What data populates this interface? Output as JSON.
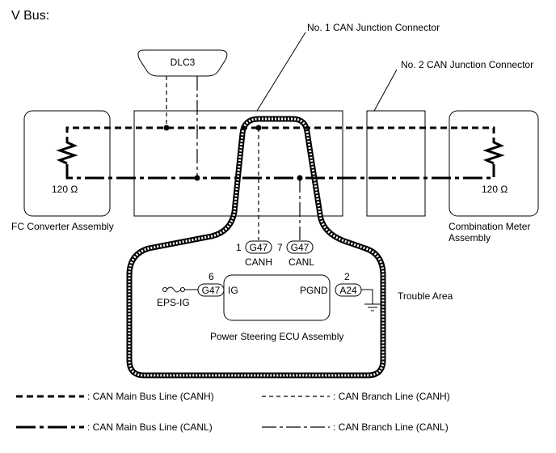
{
  "title": "V Bus:",
  "labels": {
    "jc1": "No. 1 CAN Junction Connector",
    "jc2": "No. 2 CAN Junction Connector",
    "dlc3": "DLC3",
    "fc": "FC Converter Assembly",
    "meter_line1": "Combination Meter",
    "meter_line2": "Assembly",
    "res_left": "120 Ω",
    "res_right": "120 Ω",
    "trouble": "Trouble Area",
    "ecu": "Power Steering ECU Assembly",
    "eps_ig": "EPS-IG"
  },
  "pins": {
    "canh": {
      "num": "1",
      "conn": "G47",
      "name": "CANH"
    },
    "canl": {
      "num": "7",
      "conn": "G47",
      "name": "CANL"
    },
    "ig": {
      "num": "6",
      "conn": "G47",
      "name": "IG"
    },
    "pgnd": {
      "num": "2",
      "conn": "A24",
      "name": "PGND"
    }
  },
  "legend": {
    "canh_main": ": CAN Main Bus Line (CANH)",
    "canh_branch": ": CAN Branch Line (CANH)",
    "canl_main": ": CAN Main Bus Line (CANL)",
    "canl_branch": ": CAN Branch Line (CANL)"
  }
}
